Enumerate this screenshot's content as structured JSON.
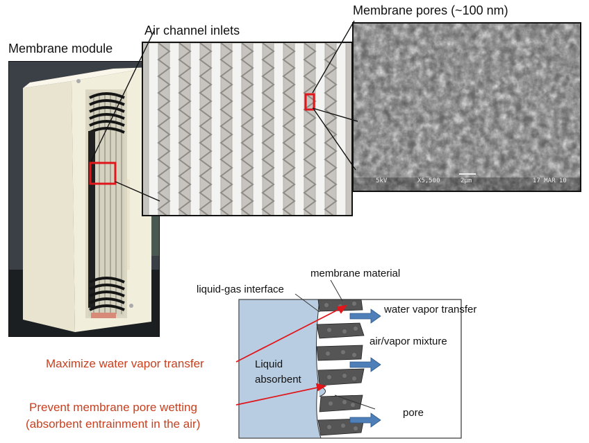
{
  "labels": {
    "membrane_module": "Membrane module",
    "air_channel_inlets": "Air channel inlets",
    "membrane_pores": "Membrane pores (~100 nm)",
    "membrane_material": "membrane material",
    "liquid_gas_interface": "liquid-gas interface",
    "water_vapor_transfer": "water vapor transfer",
    "air_vapor_mixture": "air/vapor mixture",
    "liquid_absorbent_line1": "Liquid",
    "liquid_absorbent_line2": "absorbent",
    "pore": "pore",
    "maximize": "Maximize water vapor transfer",
    "prevent_line1": "Prevent membrane pore wetting",
    "prevent_line2": "(absorbent entrainment in the air)"
  },
  "sem_caption": {
    "voltage": "5kV",
    "magnification": "X5,500",
    "scale": "2μm",
    "date": "17 MAR 10"
  },
  "colors": {
    "annotation_red": "#c8401f",
    "highlight_box": "#e0161b",
    "liquid_blue": "#b9cde2",
    "arrow_blue": "#4f7fb8",
    "membrane_gray": "#555555"
  }
}
